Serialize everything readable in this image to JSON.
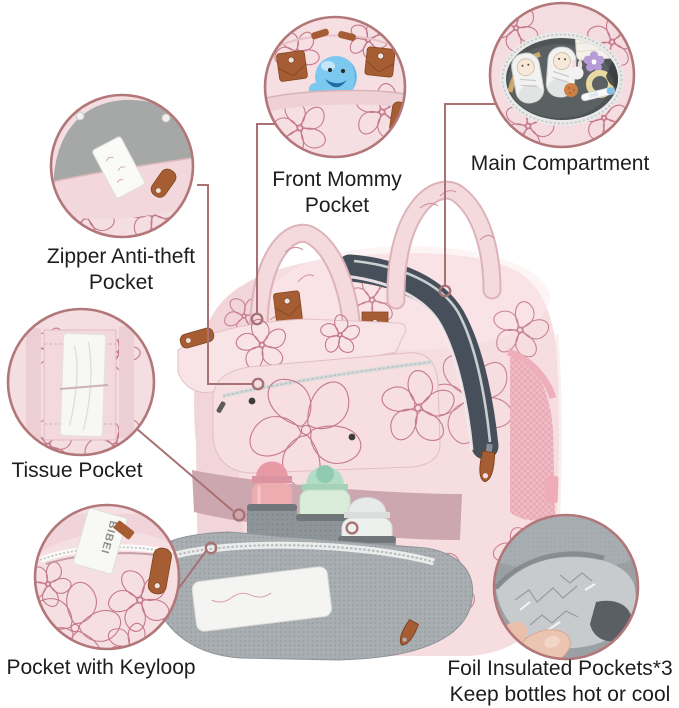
{
  "figure": {
    "type": "product-feature-diagram",
    "subject": "Pink floral diaper bag backpack with six labeled feature callouts",
    "background": "#ffffff"
  },
  "callouts": [
    {
      "id": "zipper-anti-theft-pocket",
      "lines": [
        "Zipper Anti-theft",
        "Pocket"
      ]
    },
    {
      "id": "front-mommy-pocket",
      "lines": [
        "Front Mommy",
        "Pocket"
      ]
    },
    {
      "id": "main-compartment",
      "lines": [
        "Main Compartment"
      ]
    },
    {
      "id": "tissue-pocket",
      "lines": [
        "Tissue Pocket"
      ]
    },
    {
      "id": "pocket-with-keyloop",
      "lines": [
        "Pocket with Keyloop"
      ]
    },
    {
      "id": "foil-insulated-pockets",
      "lines": [
        "Foil Insulated Pockets*3",
        "Keep bottles hot or cool"
      ]
    }
  ],
  "inset_card_text": "BIBEI",
  "colors": {
    "callout_text": "#1d1d1d",
    "callout_line": "#a87174",
    "circle_border": "#b27779",
    "bag_pink": "#f6dde0",
    "floral_line": "#c5798b",
    "leather_brown": "#a65d34",
    "zipper_dark": "#47505a",
    "mesh_gray": "#a9aeb2",
    "foil_silver": "#c8cbcd",
    "toy_blue": "#7cc8ef"
  }
}
